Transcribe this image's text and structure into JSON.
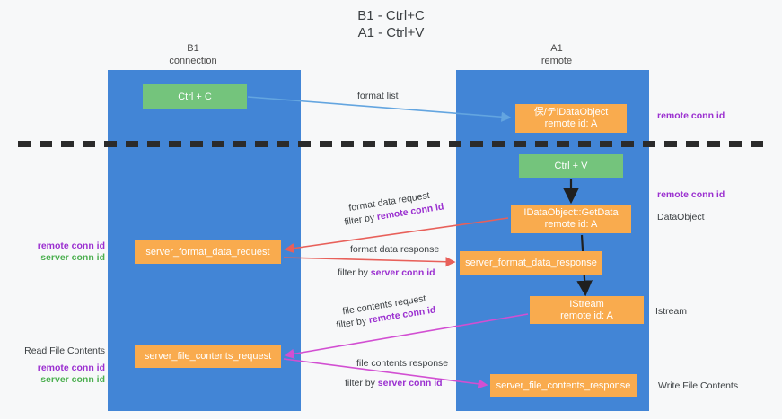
{
  "title": {
    "line1": "B1 - Ctrl+C",
    "line2": "A1 - Ctrl+V"
  },
  "lanes": [
    {
      "name": "B1",
      "subtitle": "connection",
      "color": "#4285d6"
    },
    {
      "name": "A1",
      "subtitle": "remote",
      "color": "#4285d6"
    }
  ],
  "nodes": {
    "ctrl_c": {
      "label": "Ctrl + C",
      "color": "#74c47c"
    },
    "dataobject": {
      "line1": "保/テlDataObject",
      "line2": "remote id: A",
      "color": "#f9ab4e"
    },
    "ctrl_v": {
      "label": "Ctrl + V",
      "color": "#74c47c"
    },
    "getdata": {
      "line1": "IDataObject::GetData",
      "line2": "remote id: A",
      "color": "#f9ab4e"
    },
    "server_format_data_request": {
      "label": "server_format_data_request",
      "color": "#f9ab4e"
    },
    "server_format_data_response": {
      "label": "server_format_data_response",
      "color": "#f9ab4e"
    },
    "istream": {
      "line1": "IStream",
      "line2": "remote id: A",
      "color": "#f9ab4e"
    },
    "server_file_contents_request": {
      "label": "server_file_contents_request",
      "color": "#f9ab4e"
    },
    "server_file_contents_response": {
      "label": "server_file_contents_response",
      "color": "#f9ab4e"
    }
  },
  "edges": {
    "format_list": "format list",
    "format_data_request": "format data request",
    "format_data_request_filter_prefix": "filter by ",
    "format_data_request_filter_value": "remote conn id",
    "format_data_response": "format data response",
    "format_data_response_filter_prefix": "filter by ",
    "format_data_response_filter_value": "server conn id",
    "file_contents_request": "file contents request",
    "file_contents_request_filter_prefix": "filter by ",
    "file_contents_request_filter_value": "remote conn id",
    "file_contents_response": "file contents response",
    "file_contents_response_filter_prefix": "filter by ",
    "file_contents_response_filter_value": "server conn id"
  },
  "annotations": {
    "right_remote_conn_id_top": "remote conn id",
    "right_remote_conn_id_mid": "remote conn id",
    "right_dataobject": "DataObject",
    "right_istream": "Istream",
    "right_write_file_contents": "Write File Contents",
    "left_read_file_contents": "Read File Contents",
    "left_remote_conn_id_1": "remote conn id",
    "left_server_conn_id_1": "server conn id",
    "left_remote_conn_id_2": "remote conn id",
    "left_server_conn_id_2": "server conn id"
  },
  "colors": {
    "lane": "#4285d6",
    "green_node": "#74c47c",
    "orange_node": "#f9ab4e",
    "purple_text": "#9b30d0",
    "green_text": "#4caf50",
    "red_arrow": "#e8605a",
    "magenta_arrow": "#d24fd2",
    "blue_arrow": "#63a5e0",
    "black_arrow": "#1f1f1f"
  }
}
